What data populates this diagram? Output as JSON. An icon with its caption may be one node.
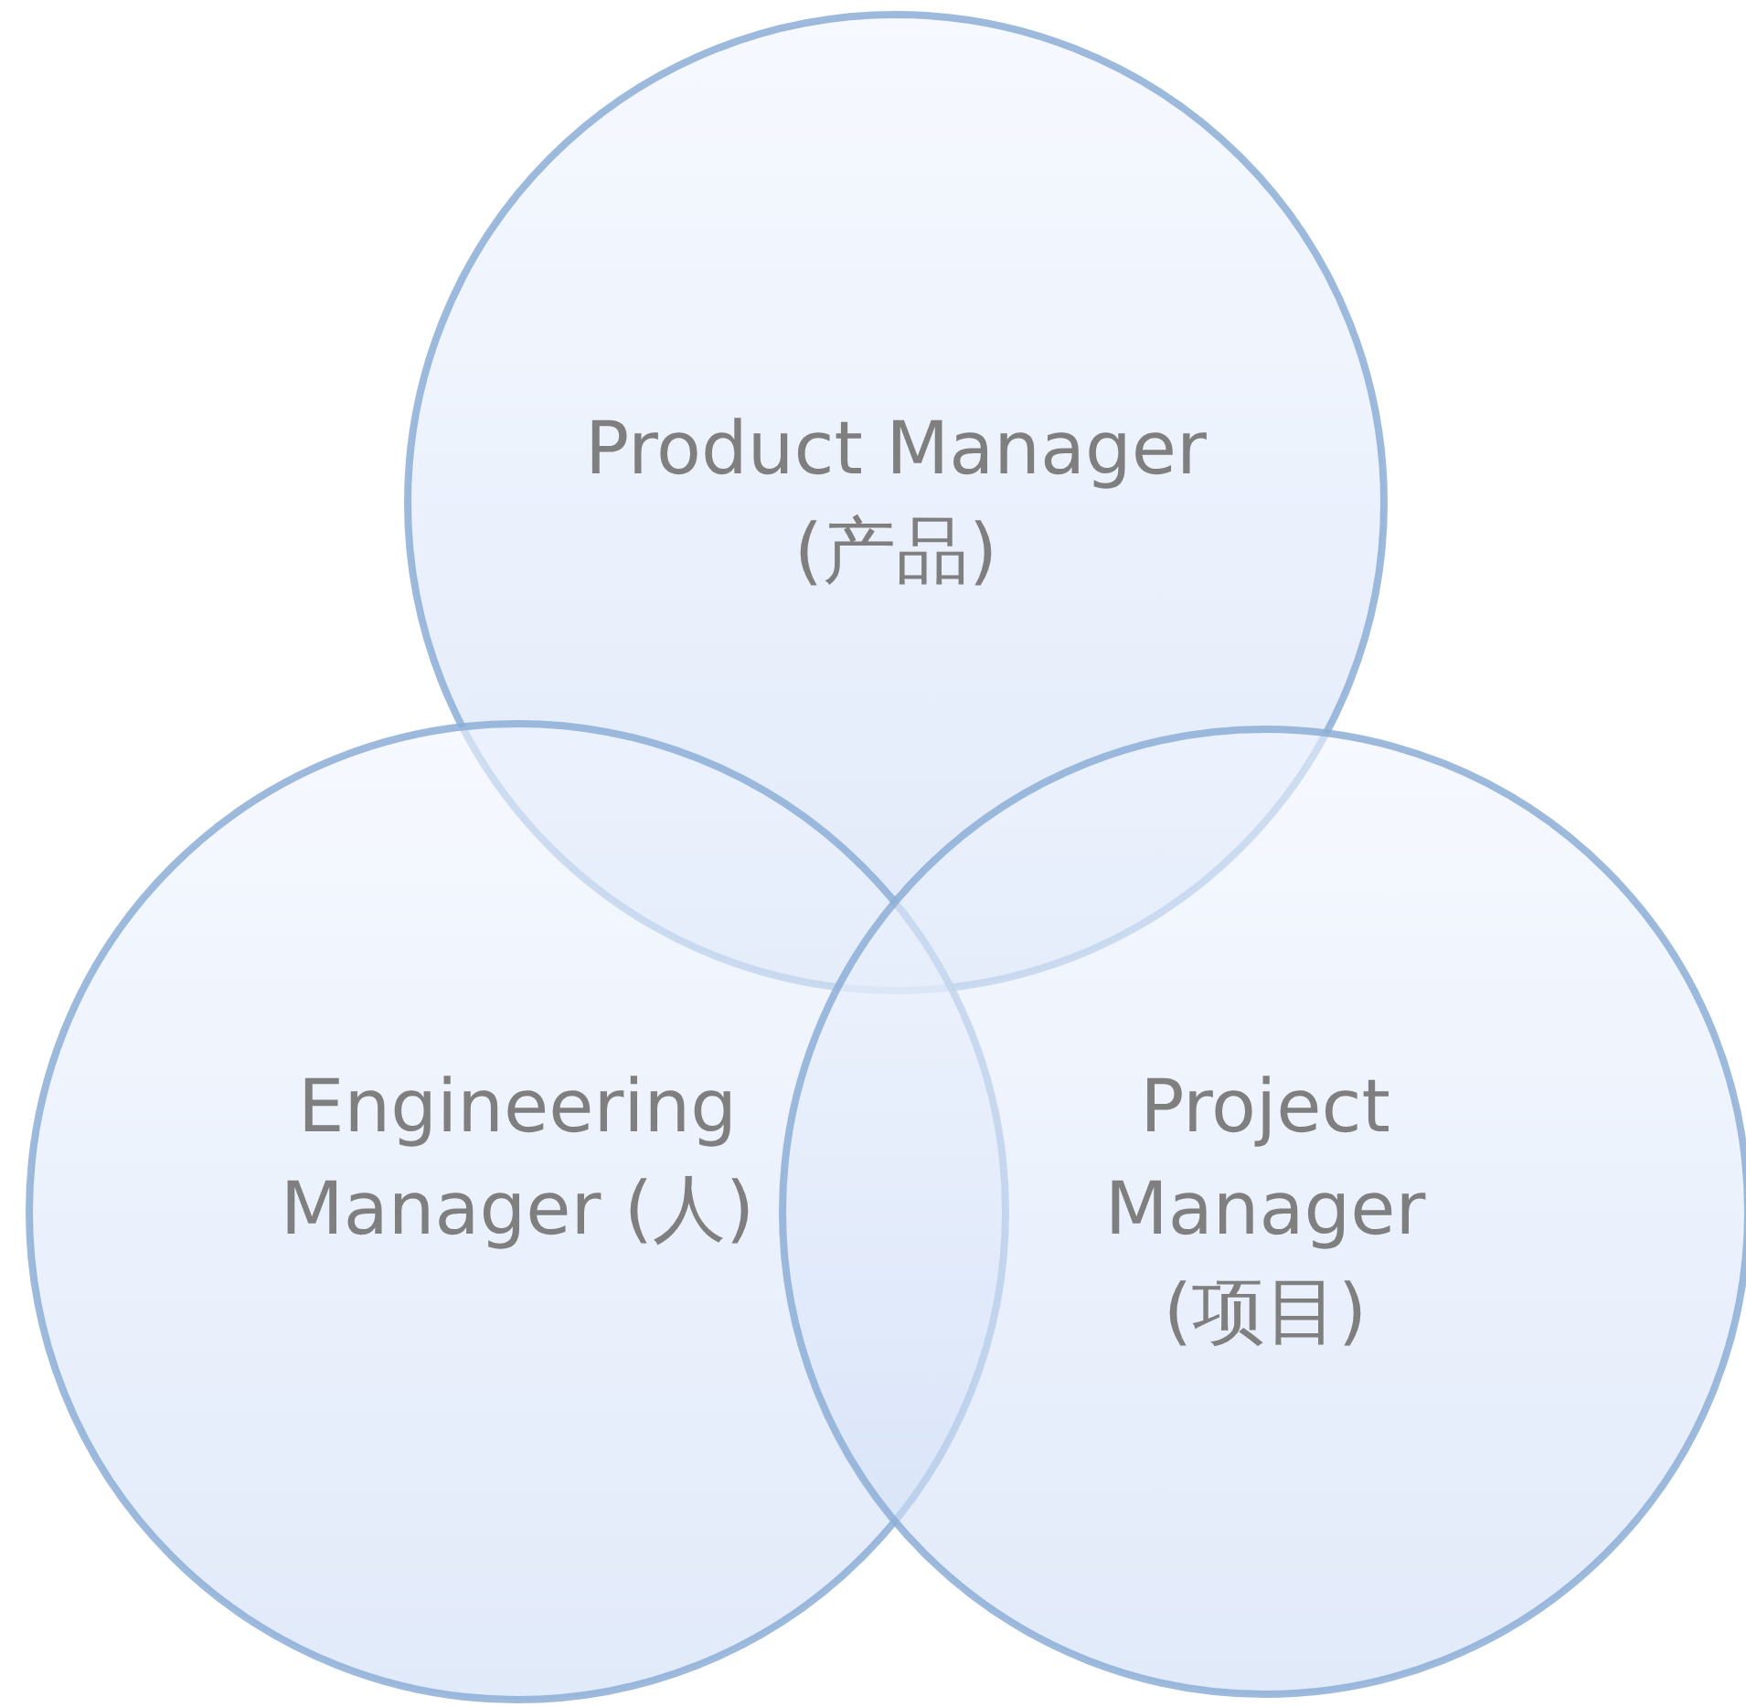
{
  "diagram": {
    "nodes": [
      {
        "text": [
          "Product Manager (产品)"
        ]
      },
      {
        "text": [
          "Engineering Manager (人)"
        ]
      },
      {
        "text": [
          "Project Manager (项目)"
        ]
      }
    ]
  }
}
